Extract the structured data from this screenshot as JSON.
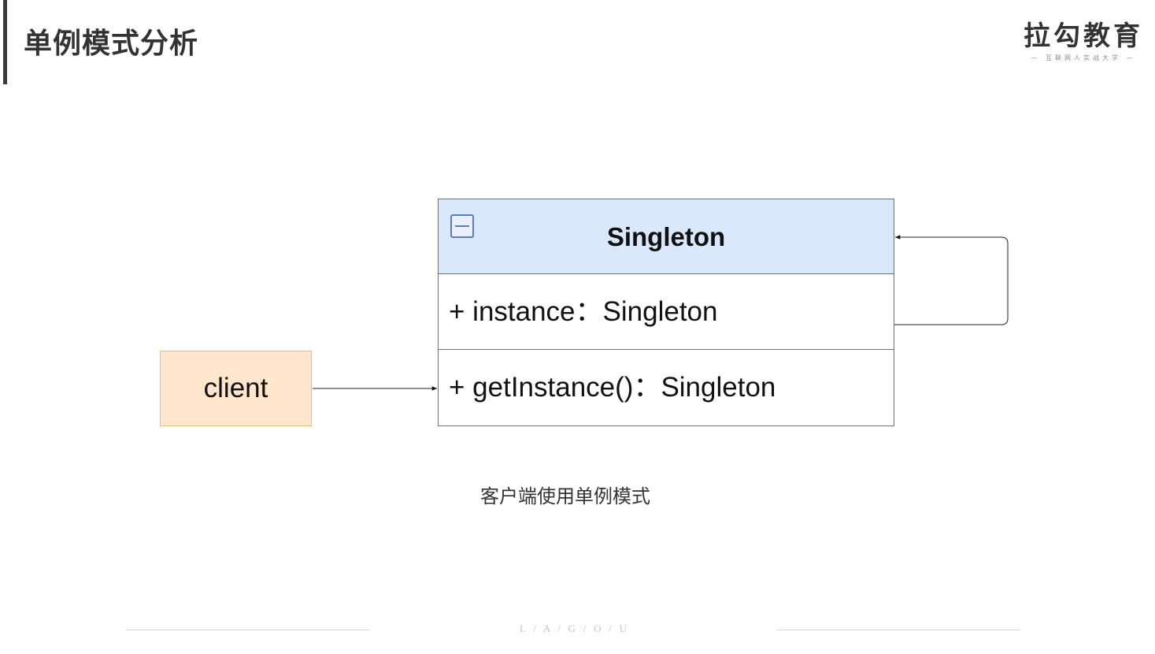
{
  "header": {
    "title": "单例模式分析"
  },
  "brand": {
    "name": "拉勾教育",
    "tagline": "— 互联网人实战大学 —"
  },
  "diagram": {
    "class": {
      "name": "Singleton",
      "attribute": "+ instance：Singleton",
      "method": "+ getInstance()：Singleton"
    },
    "client": {
      "label": "client"
    },
    "caption": "客户端使用单例模式"
  },
  "footer": {
    "text": "L   /   A   /   G   /   O   /   U"
  },
  "colors": {
    "class_header_fill": "#dae8fc",
    "client_fill": "#ffe6cc",
    "client_stroke": "#e0c27a"
  }
}
